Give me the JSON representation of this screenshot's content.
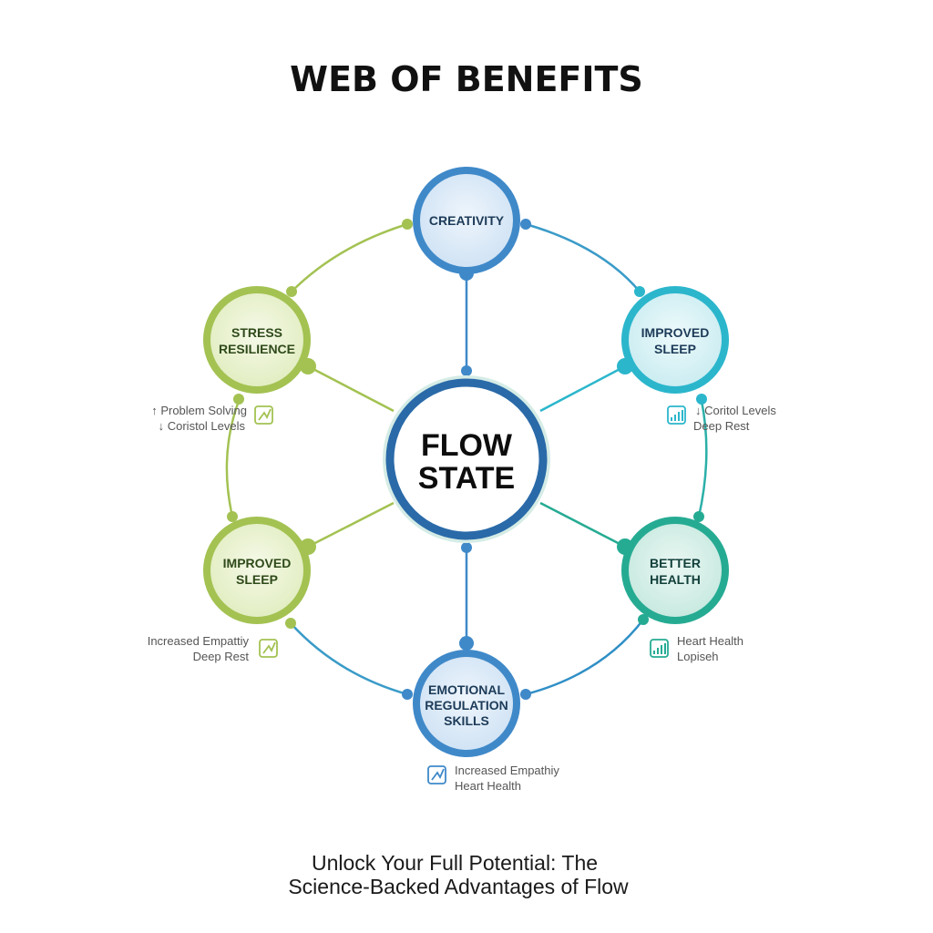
{
  "title": "WEB OF BENEFITS",
  "center": {
    "line1": "FLOW",
    "line2": "STATE"
  },
  "nodes": [
    {
      "id": "creativity",
      "lines": [
        "CREATIVITY"
      ]
    },
    {
      "id": "stress-resilience",
      "lines": [
        "STRESS",
        "RESILIENCE"
      ]
    },
    {
      "id": "improved-sleep-right",
      "lines": [
        "IMPROVED",
        "SLEEP"
      ]
    },
    {
      "id": "improved-sleep-left",
      "lines": [
        "IMPROVED",
        "SLEEP"
      ]
    },
    {
      "id": "better-health",
      "lines": [
        "BETTER",
        "HEALTH"
      ]
    },
    {
      "id": "emotional-regulation",
      "lines": [
        "EMOTIONAL",
        "REGULATION",
        "SKILLS"
      ]
    }
  ],
  "notes": {
    "stress_resilience": [
      "↑ Problem Solving",
      "↓ Coristol Levels"
    ],
    "improved_sleep_right": [
      "↓ Coritol Levels",
      "Deep Rest"
    ],
    "improved_sleep_left": [
      "Increased Empattiy",
      "Deep Rest"
    ],
    "better_health": [
      "Heart Health",
      "Lopiseh"
    ],
    "emotional_regulation": [
      "Increased Empathiy",
      "Heart Health"
    ]
  },
  "icons": {
    "stress_resilience": "growth-icon",
    "improved_sleep_right": "bar-chart-icon",
    "improved_sleep_left": "growth-icon",
    "better_health": "bar-chart-icon",
    "emotional_regulation": "growth-icon"
  },
  "tagline": {
    "line1": "Unlock Your Full Potential: The",
    "line2": "Science-Backed Advantages of Flow"
  },
  "colors": {
    "green": "#a3c252",
    "green_fill": "#eef4da",
    "blue": "#3f89c9",
    "blue_fill": "#dceaf7",
    "teal": "#2bb6cc",
    "teal_fill": "#daf2f6",
    "health": "#26ab93",
    "health_fill": "#d6efe8",
    "center_ring": "#2a6aa8",
    "center_halo": "#cfe9e4"
  }
}
